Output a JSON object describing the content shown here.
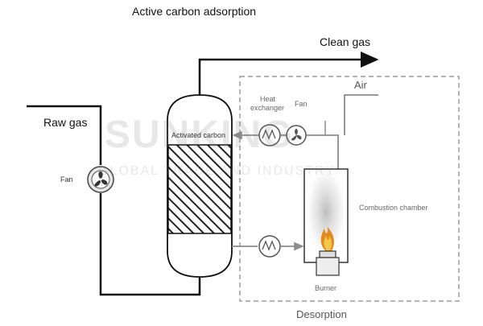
{
  "title": "Active carbon adsorption",
  "labels": {
    "clean_gas": "Clean gas",
    "raw_gas": "Raw gas",
    "air": "Air",
    "heat_exchanger_line1": "Heat",
    "heat_exchanger_line2": "exchanger",
    "fan_top": "Fan",
    "fan_left": "Fan",
    "activated_carbon": "Activated carbon",
    "combustion_chamber": "Combustion chamber",
    "burner": "Burner",
    "desorption": "Desorption"
  },
  "watermark": {
    "logo_text": "SUNKING",
    "tagline": "GLOBAL TRADE AND INDUSTRY"
  },
  "colors": {
    "line": "#111111",
    "dashed_box": "#9a9a9a",
    "gray_pipe": "#8c8c8c",
    "hatch": "#222222",
    "flame_orange": "#e08a1e",
    "flame_yellow": "#f6c64a"
  }
}
